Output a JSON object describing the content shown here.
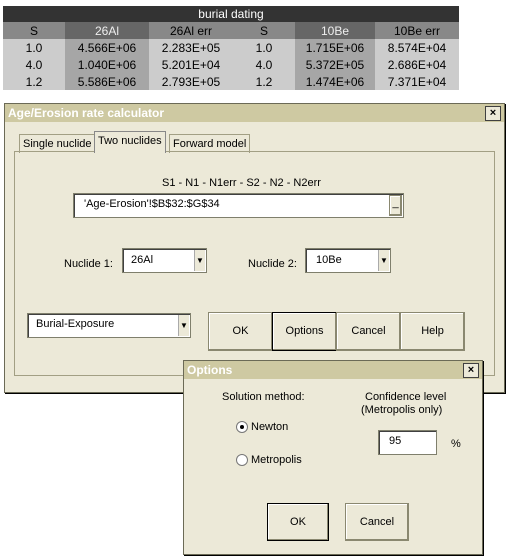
{
  "sheet": {
    "title": "burial dating",
    "headers": [
      "S",
      "26Al",
      "26Al err",
      "S",
      "10Be",
      "10Be err"
    ],
    "rows": [
      [
        "1.0",
        "4.566E+06",
        "2.283E+05",
        "1.0",
        "1.715E+06",
        "8.574E+04"
      ],
      [
        "4.0",
        "1.040E+06",
        "5.201E+04",
        "4.0",
        "5.372E+05",
        "2.686E+04"
      ],
      [
        "1.2",
        "5.586E+06",
        "2.793E+05",
        "1.2",
        "1.474E+06",
        "7.371E+04"
      ]
    ]
  },
  "calc": {
    "title": "Age/Erosion rate calculator",
    "close": "×",
    "tabs": [
      "Single nuclide",
      "Two nuclides",
      "Forward model"
    ],
    "range_label": "S1 - N1 - N1err - S2 - N2 - N2err",
    "range_value": "'Age-Erosion'!$B$32:$G$34",
    "range_btn": "_",
    "nuclide1_label": "Nuclide 1:",
    "nuclide1_value": "26Al",
    "nuclide2_label": "Nuclide 2:",
    "nuclide2_value": "10Be",
    "mode_value": "Burial-Exposure",
    "buttons": {
      "ok": "OK",
      "options": "Options",
      "cancel": "Cancel",
      "help": "Help"
    }
  },
  "options": {
    "title": "Options",
    "close": "×",
    "solution_label": "Solution method:",
    "newton": "Newton",
    "metropolis": "Metropolis",
    "confidence_label_1": "Confidence level",
    "confidence_label_2": "(Metropolis only)",
    "confidence_value": "95",
    "percent": "%",
    "ok": "OK",
    "cancel": "Cancel"
  }
}
